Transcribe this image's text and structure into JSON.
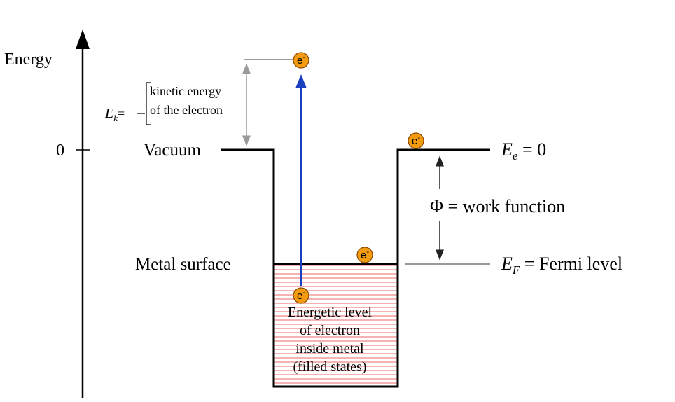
{
  "axis": {
    "label": "Energy",
    "zero_tick": "0"
  },
  "levels": {
    "vacuum_label": "Vacuum",
    "metal_surface_label": "Metal surface",
    "ee_symbol": "E",
    "ee_subscript": "e",
    "ee_value": " = 0",
    "ef_symbol": "E",
    "ef_subscript": "F",
    "ef_text": " = Fermi level"
  },
  "kinetic": {
    "symbol": "E",
    "subscript": "k",
    "equals": "=",
    "line1": "kinetic energy",
    "line2": "of the electron"
  },
  "work_function": {
    "text": "Φ = work function"
  },
  "well": {
    "line1": "Energetic level",
    "line2": "of electron",
    "line3": "inside metal",
    "line4": "(filled states)"
  },
  "electron": {
    "label": "e",
    "charge": "-"
  },
  "colors": {
    "electron_fill": "#f39c12",
    "electron_stroke": "#8a4a00",
    "fill_lines": "#f08080",
    "excitation_arrow": "#1a3fbf",
    "gray": "#9a9a9a"
  }
}
